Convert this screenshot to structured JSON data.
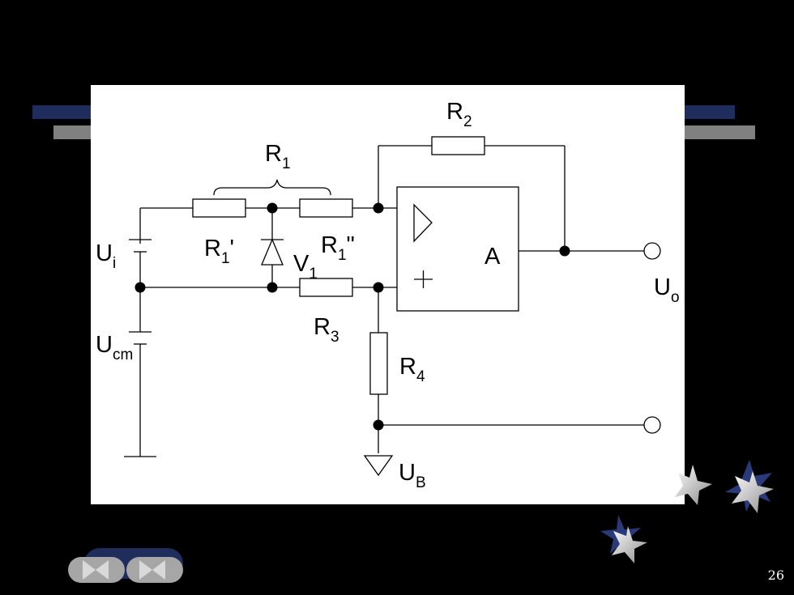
{
  "labels": {
    "r1": "R",
    "r1_sub": "1",
    "r2": "R",
    "r2_sub": "2",
    "r1p": "R",
    "r1p_sub": "1",
    "r1p_suffix": "'",
    "r1pp": "R",
    "r1pp_sub": "1",
    "r1pp_suffix": "\"",
    "v1": "V",
    "v1_sub": "1",
    "r3": "R",
    "r3_sub": "3",
    "r4": "R",
    "r4_sub": "4",
    "ui": "U",
    "ui_sub": "i",
    "ucm": "U",
    "ucm_sub": "cm",
    "uo": "U",
    "uo_sub": "o",
    "ub": "U",
    "ub_sub": "B",
    "amp": "A",
    "inv_symbol": "▷",
    "plus_symbol": "+"
  },
  "slide_number": "26",
  "colors": {
    "navy": "#1f2d5c",
    "gray": "#808080",
    "panel": "#ffffff",
    "background": "#000000"
  }
}
